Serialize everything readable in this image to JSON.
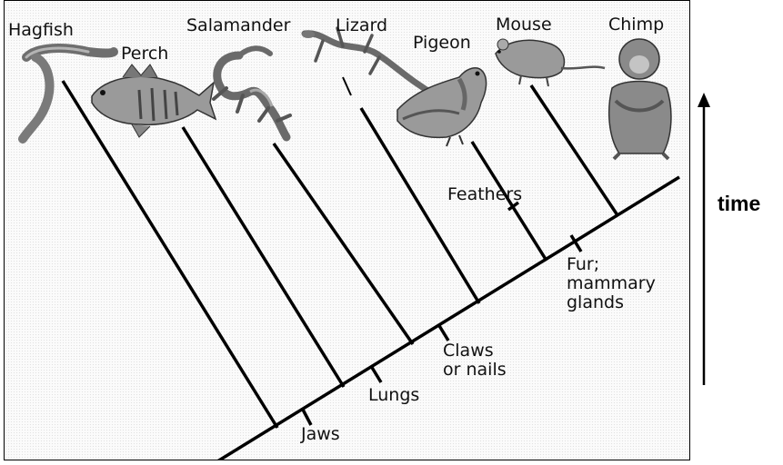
{
  "taxa": [
    {
      "key": "hagfish",
      "label": "Hagfish"
    },
    {
      "key": "perch",
      "label": "Perch"
    },
    {
      "key": "salamander",
      "label": "Salamander"
    },
    {
      "key": "lizard",
      "label": "Lizard"
    },
    {
      "key": "pigeon",
      "label": "Pigeon"
    },
    {
      "key": "mouse",
      "label": "Mouse"
    },
    {
      "key": "chimp",
      "label": "Chimp"
    }
  ],
  "traits": [
    {
      "key": "jaws",
      "lines": [
        "Jaws"
      ]
    },
    {
      "key": "lungs",
      "lines": [
        "Lungs"
      ]
    },
    {
      "key": "claws",
      "lines": [
        "Claws",
        "or nails"
      ]
    },
    {
      "key": "feathers",
      "lines": [
        "Feathers"
      ]
    },
    {
      "key": "fur",
      "lines": [
        "Fur;",
        "mammary",
        "glands"
      ]
    }
  ],
  "time_axis": {
    "label": "time"
  },
  "colors": {
    "line": "#000000",
    "text": "#111111",
    "animal_fill": "#9a9a9a",
    "animal_dark": "#444444"
  },
  "icons": [
    "hagfish-icon",
    "perch-icon",
    "salamander-icon",
    "lizard-icon",
    "pigeon-icon",
    "mouse-icon",
    "chimp-icon"
  ]
}
